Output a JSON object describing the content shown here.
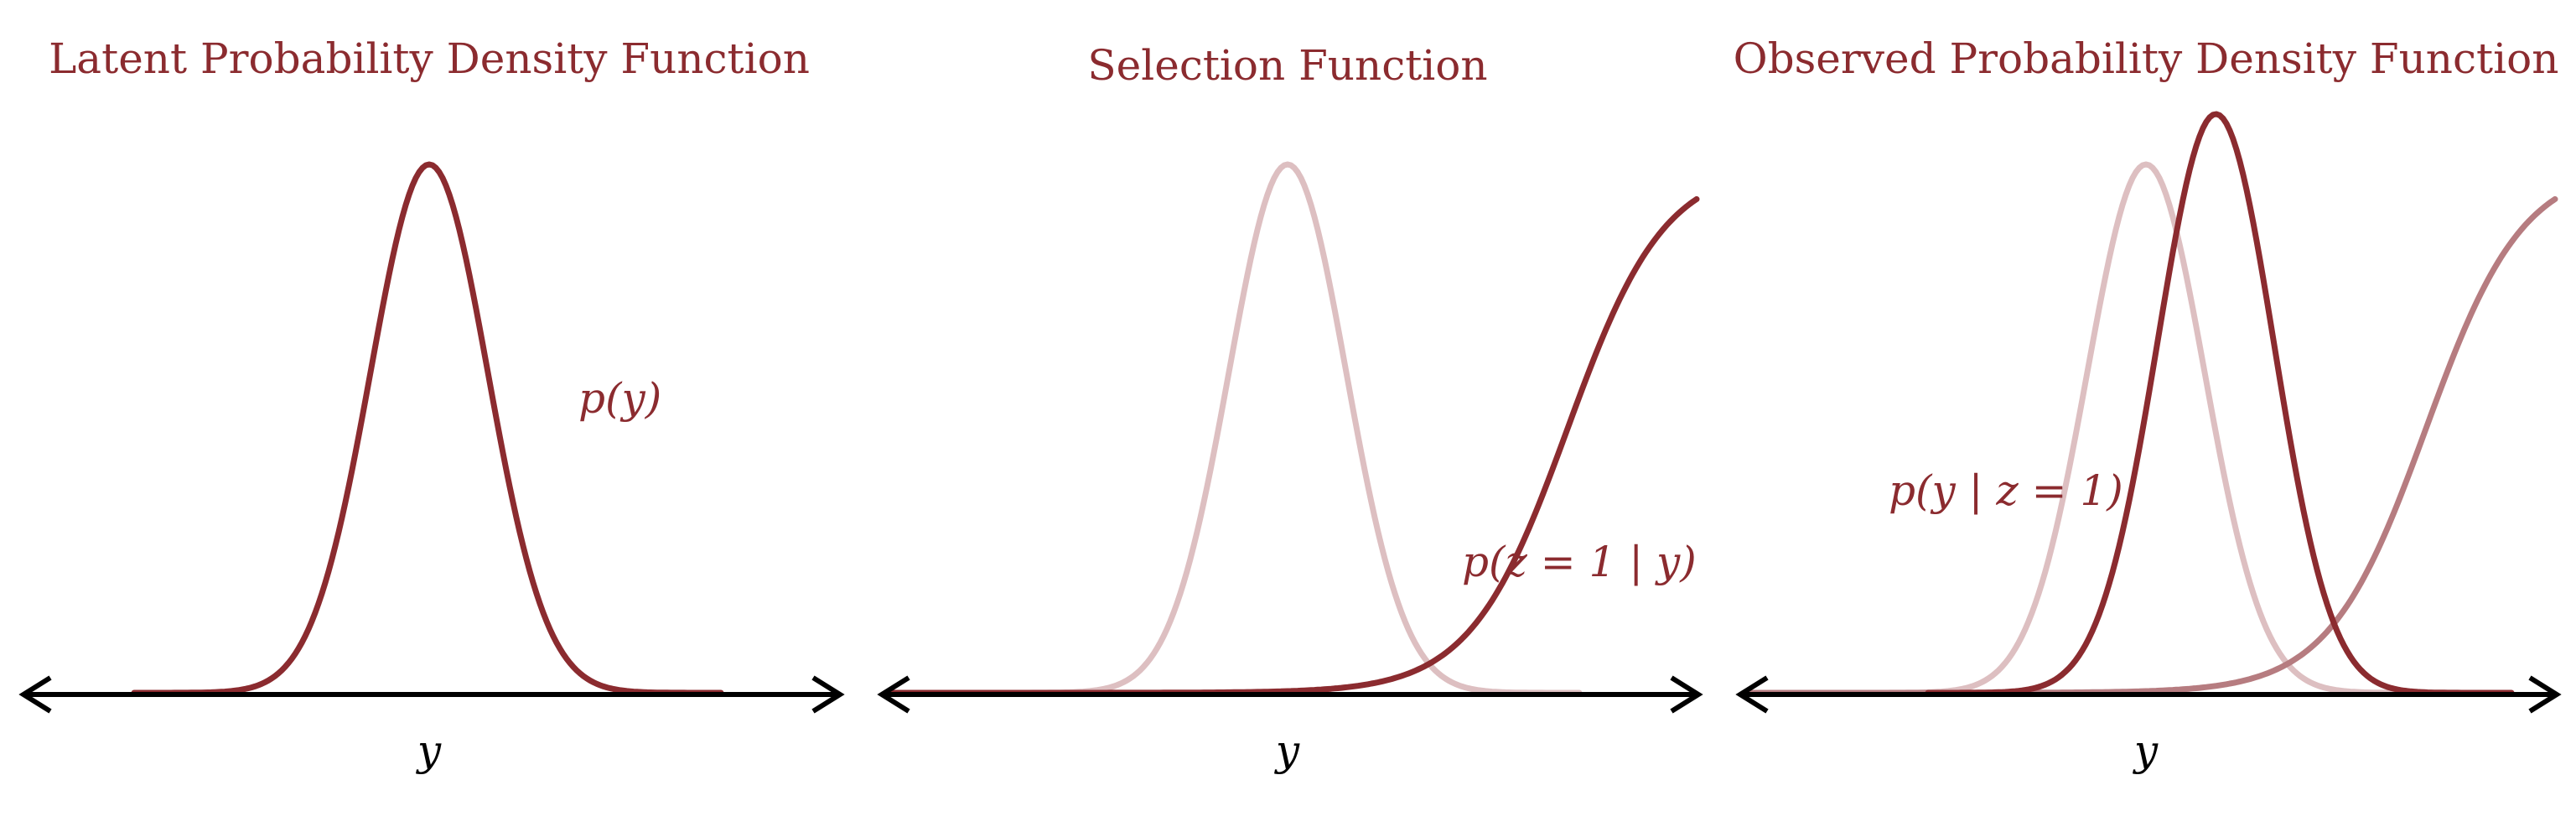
{
  "colors": {
    "curve": "#8b2b2f",
    "curve_faded": "#ddbfc1",
    "curve_medium": "#b67c80",
    "axis": "#000000"
  },
  "panels": [
    {
      "title": "Latent Probability Density Function",
      "curve_label": "p(y)",
      "axis_label": "y"
    },
    {
      "title": "Selection Function",
      "curve_label": "p(z = 1 | y)",
      "axis_label": "y"
    },
    {
      "title": "Observed Probability Density Function",
      "curve_label": "p(y | z = 1)",
      "axis_label": "y"
    }
  ]
}
